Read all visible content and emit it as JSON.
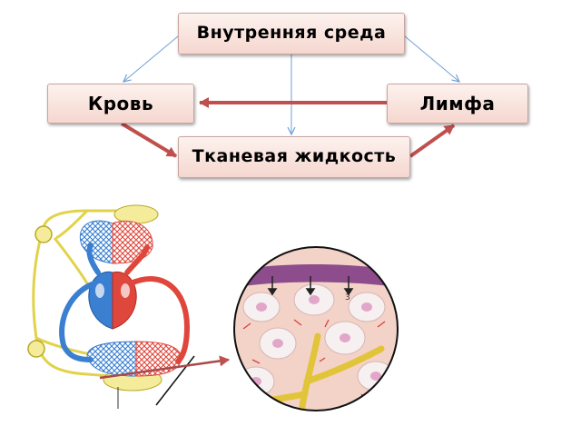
{
  "diagram": {
    "nodes": {
      "internal_environment": "Внутренняя среда",
      "blood": "Кровь",
      "lymph": "Лимфа",
      "tissue_fluid": "Тканевая жидкость"
    },
    "figure_labels": {
      "tissue_marker": "3"
    }
  },
  "colors": {
    "node_border": "#c9a49e",
    "node_fill_top": "#fdf2ee",
    "node_fill_bottom": "#f5d7cf",
    "thin_arrow": "#6f9fd8",
    "thick_arrow": "#c0504d",
    "venous_blue": "#3a7fd0",
    "arterial_red": "#e0473c",
    "lymph_yellow": "#e2d24a",
    "tissue_bg": "#f3d3c7",
    "cell_body": "#f6f0f0",
    "nucleus": "#e2a7c8",
    "membrane_purple": "#8d4c8b"
  }
}
